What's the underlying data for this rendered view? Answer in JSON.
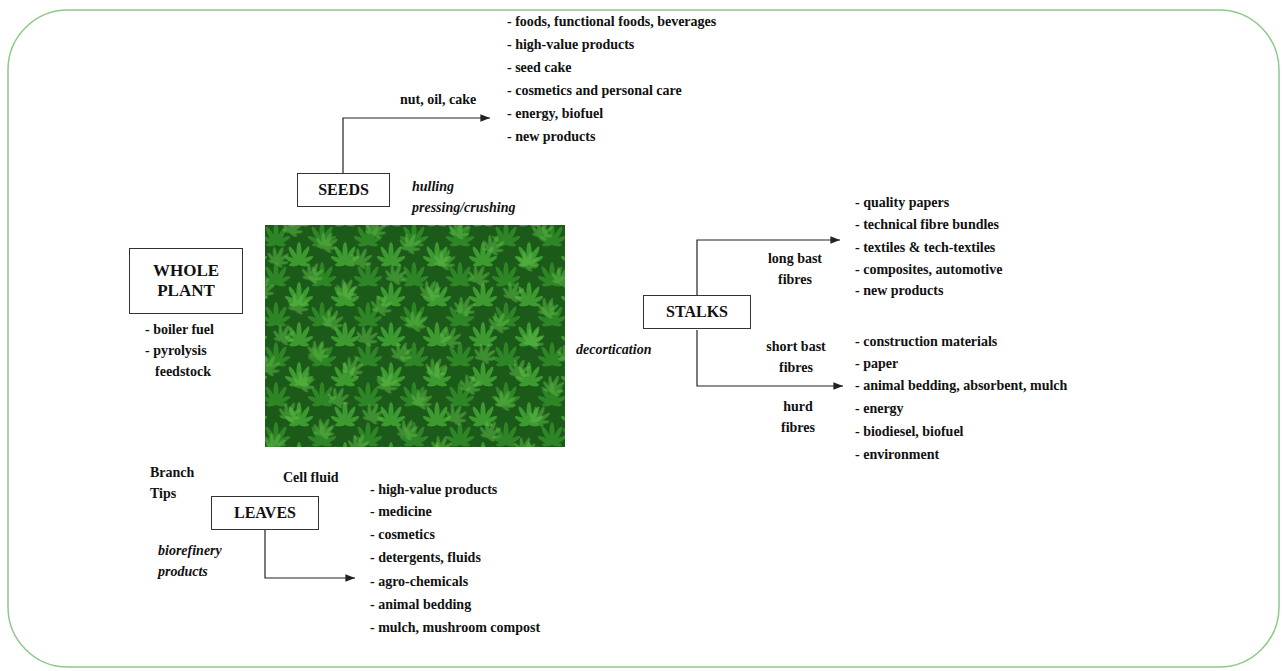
{
  "diagram": {
    "nodes": [
      {
        "text": [
          "SEEDS"
        ]
      },
      {
        "text": [
          "WHOLE PLANT"
        ]
      },
      {
        "text": [
          "STALKS"
        ]
      },
      {
        "text": [
          "LEAVES"
        ]
      }
    ],
    "labels": [
      "nut, oil, cake",
      "- foods, functional foods, beverages",
      "- high-value products",
      "- seed cake",
      "- cosmetics and personal care",
      "- energy, biofuel",
      "- new products",
      "hulling pressing/crushing",
      "- boiler fuel",
      "- pyrolysis feedstock",
      "long bast fibres",
      "- quality papers",
      "- technical fibre bundles",
      "- textiles & tech-textiles",
      "- composites, automotive",
      "- new products",
      "decortication",
      "short bast fibres",
      "hurd fibres",
      "- construction materials",
      "- paper",
      "- animal bedding, absorbent, mulch",
      "- energy",
      "- biodiesel, biofuel",
      "- environment",
      "Branch Tips",
      "Cell fluid",
      "- high-value products",
      "- medicine",
      "- cosmetics",
      "- detergents, fluids",
      "- agro-chemicals",
      "- animal bedding",
      "- mulch, mushroom compost",
      "biorefinery products"
    ]
  }
}
